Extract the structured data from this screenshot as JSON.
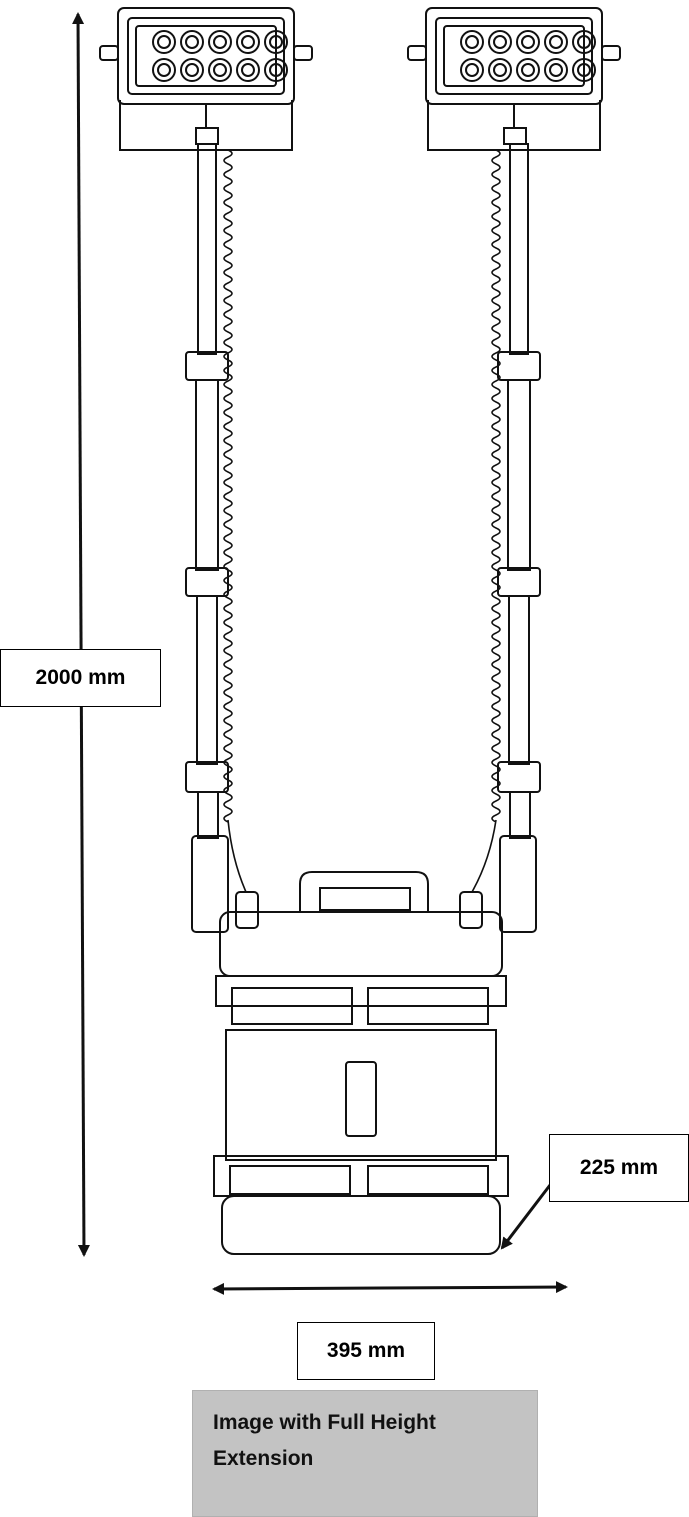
{
  "dimensions": {
    "height_label": "2000 mm",
    "depth_label": "225 mm",
    "width_label": "395 mm"
  },
  "caption": "Image with Full Height Extension",
  "colors": {
    "line": "#111111",
    "caption_bg": "#c3c3c3"
  }
}
